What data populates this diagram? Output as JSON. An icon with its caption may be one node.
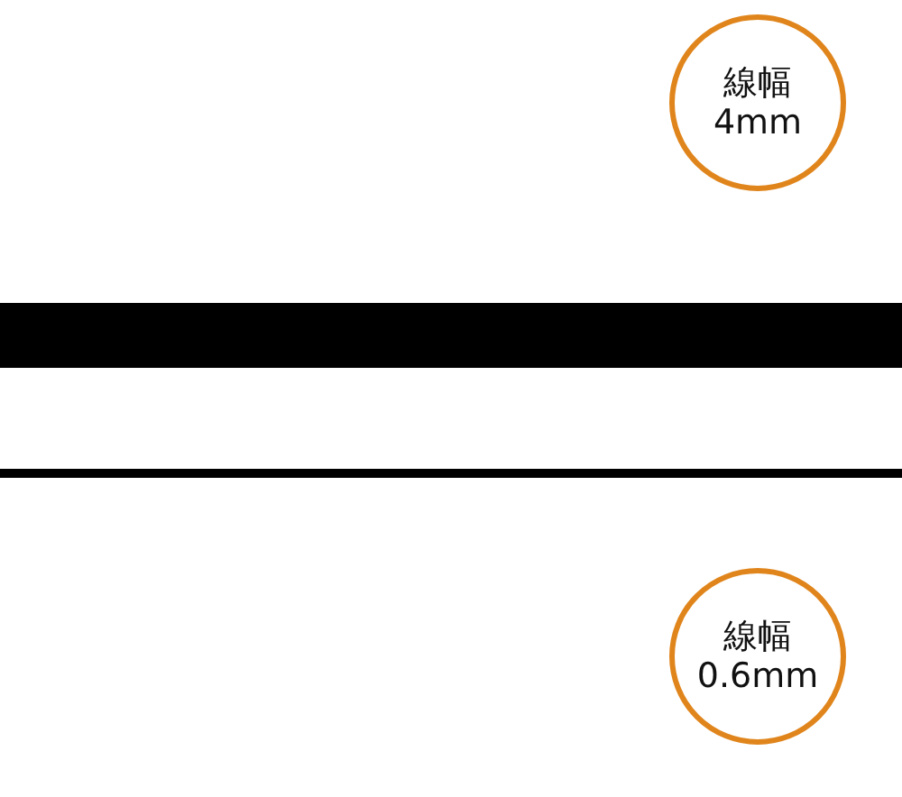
{
  "diagram": {
    "nodes": [
      {
        "text": [
          "線幅",
          "4mm"
        ]
      },
      {
        "text": [],
        "shape": "bar"
      },
      {
        "text": [],
        "shape": "bar"
      },
      {
        "text": [
          "線幅",
          "0.6mm"
        ]
      }
    ]
  }
}
